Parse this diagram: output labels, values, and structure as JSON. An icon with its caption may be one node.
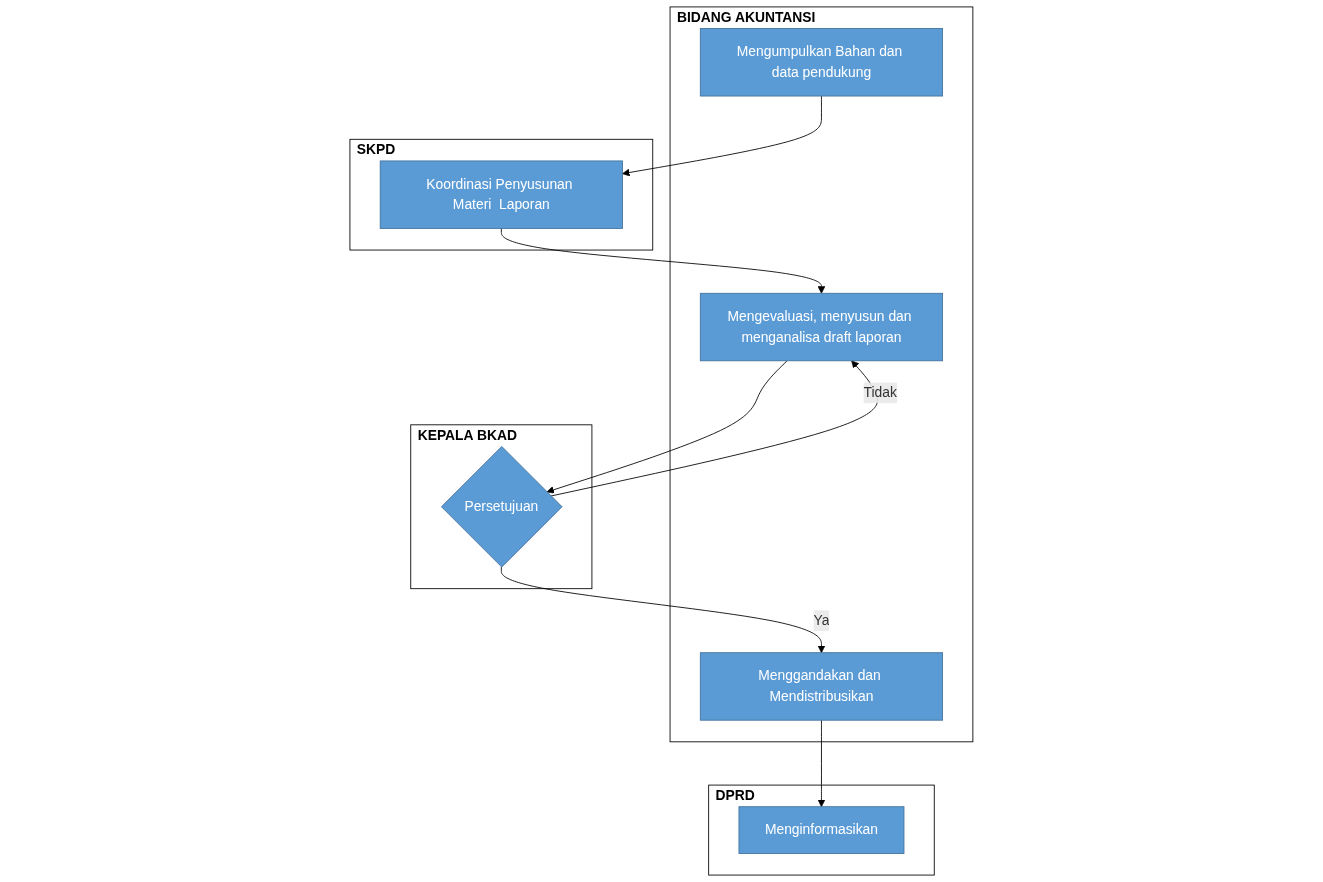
{
  "diagram": {
    "nodes": [
      {
        "text": [
          "BIDANG AKUNTANSI"
        ]
      },
      {
        "text": [
          "Mengumpulkan Bahan dan data pendukung"
        ],
        "in": 0
      },
      {
        "text": [
          "Mengevaluasi, menyusun dan menganalisa draft laporan"
        ],
        "in": 0
      },
      {
        "text": [
          "Menggandakan dan Mendistribusikan"
        ],
        "in": 0
      },
      {
        "text": [
          "SKPD"
        ]
      },
      {
        "text": [
          "Koordinasi Penyusunan Materi  Laporan"
        ],
        "in": 4
      },
      {
        "text": [
          "KEPALA BKAD"
        ]
      },
      {
        "text": [
          "Persetujuan"
        ],
        "in": 6
      },
      {
        "text": [
          "DPRD"
        ]
      },
      {
        "text": [
          "Menginformasikan"
        ],
        "in": 8
      }
    ],
    "edges": [
      {
        "from": 1,
        "to": 5,
        "arrow": "to"
      },
      {
        "from": 5,
        "to": 2,
        "arrow": "to"
      },
      {
        "from": 2,
        "to": 7,
        "arrow": "to"
      },
      {
        "from": 7,
        "to": 2,
        "arrow": "to",
        "label": "Tidak"
      },
      {
        "from": 7,
        "to": 3,
        "arrow": "to",
        "label": "Ya"
      },
      {
        "from": 3,
        "to": 9,
        "arrow": "to"
      }
    ]
  }
}
